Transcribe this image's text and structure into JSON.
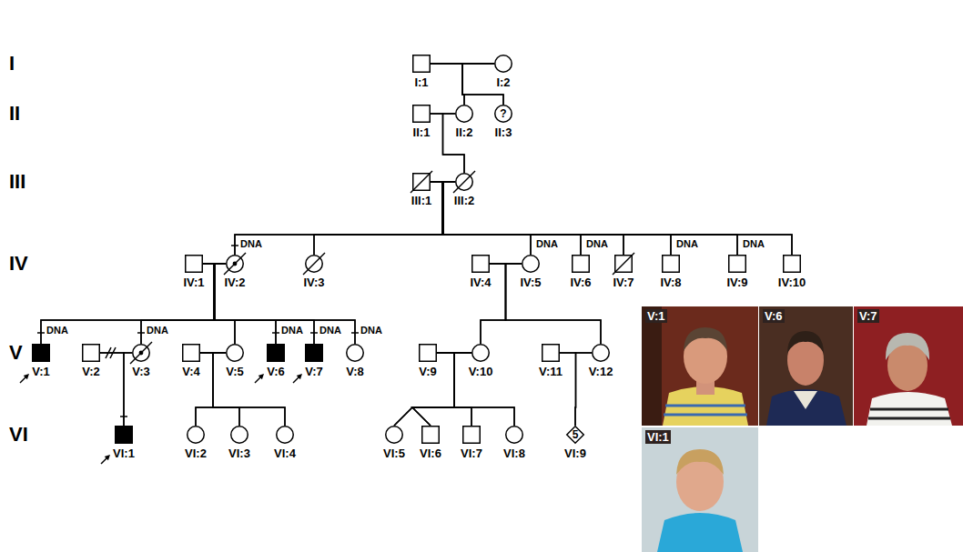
{
  "diagram": {
    "nodes": [
      {
        "text": [
          "I:1"
        ]
      },
      {
        "text": [
          "I:2"
        ]
      },
      {
        "text": [
          "II:1"
        ]
      },
      {
        "text": [
          "II:2"
        ]
      },
      {
        "text": [
          "?",
          "II:3"
        ]
      },
      {
        "text": [
          "III:1"
        ]
      },
      {
        "text": [
          "III:2"
        ]
      },
      {
        "text": [
          "IV:1"
        ]
      },
      {
        "text": [
          "IV:2"
        ]
      },
      {
        "text": [
          "IV:3"
        ]
      },
      {
        "text": [
          "IV:4"
        ]
      },
      {
        "text": [
          "IV:5"
        ]
      },
      {
        "text": [
          "IV:6"
        ]
      },
      {
        "text": [
          "IV:7"
        ]
      },
      {
        "text": [
          "IV:8"
        ]
      },
      {
        "text": [
          "IV:9"
        ]
      },
      {
        "text": [
          "IV:10"
        ]
      },
      {
        "text": [
          "V:1"
        ]
      },
      {
        "text": [
          "V:2"
        ]
      },
      {
        "text": [
          "V:3"
        ]
      },
      {
        "text": [
          "V:4"
        ]
      },
      {
        "text": [
          "V:5"
        ]
      },
      {
        "text": [
          "V:6"
        ]
      },
      {
        "text": [
          "V:7"
        ]
      },
      {
        "text": [
          "V:8"
        ]
      },
      {
        "text": [
          "V:9"
        ]
      },
      {
        "text": [
          "V:10"
        ]
      },
      {
        "text": [
          "V:11"
        ]
      },
      {
        "text": [
          "V:12"
        ]
      },
      {
        "text": [
          "VI:1"
        ]
      },
      {
        "text": [
          "VI:2"
        ]
      },
      {
        "text": [
          "VI:3"
        ]
      },
      {
        "text": [
          "VI:4"
        ]
      },
      {
        "text": [
          "VI:5"
        ]
      },
      {
        "text": [
          "VI:6"
        ]
      },
      {
        "text": [
          "VI:7"
        ]
      },
      {
        "text": [
          "VI:8"
        ]
      },
      {
        "text": [
          "5",
          "VI:9"
        ]
      }
    ],
    "edges": [
      {
        "from": 0,
        "to": 1,
        "arrow": "none"
      },
      {
        "from": 0,
        "to": 3,
        "arrow": "none"
      },
      {
        "from": 1,
        "to": 3,
        "arrow": "none"
      },
      {
        "from": 0,
        "to": 4,
        "arrow": "none"
      },
      {
        "from": 1,
        "to": 4,
        "arrow": "none"
      },
      {
        "from": 2,
        "to": 3,
        "arrow": "none"
      },
      {
        "from": 2,
        "to": 6,
        "arrow": "none"
      },
      {
        "from": 3,
        "to": 6,
        "arrow": "none"
      },
      {
        "from": 5,
        "to": 6,
        "arrow": "none"
      },
      {
        "from": 5,
        "to": 8,
        "arrow": "none"
      },
      {
        "from": 6,
        "to": 8,
        "arrow": "none"
      },
      {
        "from": 5,
        "to": 9,
        "arrow": "none"
      },
      {
        "from": 6,
        "to": 9,
        "arrow": "none"
      },
      {
        "from": 5,
        "to": 11,
        "arrow": "none"
      },
      {
        "from": 6,
        "to": 11,
        "arrow": "none"
      },
      {
        "from": 5,
        "to": 12,
        "arrow": "none"
      },
      {
        "from": 6,
        "to": 12,
        "arrow": "none"
      },
      {
        "from": 5,
        "to": 13,
        "arrow": "none"
      },
      {
        "from": 6,
        "to": 13,
        "arrow": "none"
      },
      {
        "from": 5,
        "to": 14,
        "arrow": "none"
      },
      {
        "from": 6,
        "to": 14,
        "arrow": "none"
      },
      {
        "from": 5,
        "to": 15,
        "arrow": "none"
      },
      {
        "from": 6,
        "to": 15,
        "arrow": "none"
      },
      {
        "from": 5,
        "to": 16,
        "arrow": "none"
      },
      {
        "from": 6,
        "to": 16,
        "arrow": "none"
      },
      {
        "from": 7,
        "to": 8,
        "arrow": "none"
      },
      {
        "from": 7,
        "to": 17,
        "arrow": "none"
      },
      {
        "from": 8,
        "to": 17,
        "arrow": "none"
      },
      {
        "from": 7,
        "to": 19,
        "arrow": "none"
      },
      {
        "from": 8,
        "to": 19,
        "arrow": "none"
      },
      {
        "from": 7,
        "to": 21,
        "arrow": "none"
      },
      {
        "from": 8,
        "to": 21,
        "arrow": "none"
      },
      {
        "from": 7,
        "to": 22,
        "arrow": "none"
      },
      {
        "from": 8,
        "to": 22,
        "arrow": "none"
      },
      {
        "from": 7,
        "to": 23,
        "arrow": "none"
      },
      {
        "from": 8,
        "to": 23,
        "arrow": "none"
      },
      {
        "from": 7,
        "to": 24,
        "arrow": "none"
      },
      {
        "from": 8,
        "to": 24,
        "arrow": "none"
      },
      {
        "from": 10,
        "to": 11,
        "arrow": "none"
      },
      {
        "from": 10,
        "to": 26,
        "arrow": "none"
      },
      {
        "from": 11,
        "to": 26,
        "arrow": "none"
      },
      {
        "from": 10,
        "to": 28,
        "arrow": "none"
      },
      {
        "from": 11,
        "to": 28,
        "arrow": "none"
      },
      {
        "from": 18,
        "to": 19,
        "arrow": "none"
      },
      {
        "from": 18,
        "to": 29,
        "arrow": "none"
      },
      {
        "from": 19,
        "to": 29,
        "arrow": "none"
      },
      {
        "from": 20,
        "to": 21,
        "arrow": "none"
      },
      {
        "from": 20,
        "to": 30,
        "arrow": "none"
      },
      {
        "from": 21,
        "to": 30,
        "arrow": "none"
      },
      {
        "from": 20,
        "to": 31,
        "arrow": "none"
      },
      {
        "from": 21,
        "to": 31,
        "arrow": "none"
      },
      {
        "from": 20,
        "to": 32,
        "arrow": "none"
      },
      {
        "from": 21,
        "to": 32,
        "arrow": "none"
      },
      {
        "from": 25,
        "to": 26,
        "arrow": "none"
      },
      {
        "from": 25,
        "to": 33,
        "arrow": "none"
      },
      {
        "from": 26,
        "to": 33,
        "arrow": "none"
      },
      {
        "from": 25,
        "to": 34,
        "arrow": "none"
      },
      {
        "from": 26,
        "to": 34,
        "arrow": "none"
      },
      {
        "from": 25,
        "to": 35,
        "arrow": "none"
      },
      {
        "from": 26,
        "to": 35,
        "arrow": "none"
      },
      {
        "from": 25,
        "to": 36,
        "arrow": "none"
      },
      {
        "from": 26,
        "to": 36,
        "arrow": "none"
      },
      {
        "from": 27,
        "to": 28,
        "arrow": "none"
      },
      {
        "from": 27,
        "to": 37,
        "arrow": "none"
      },
      {
        "from": 28,
        "to": 37,
        "arrow": "none"
      }
    ],
    "labels": [
      "I",
      "II",
      "III",
      "IV",
      "V",
      "VI",
      "DNA",
      "DNA",
      "DNA",
      "DNA",
      "DNA",
      "DNA",
      "DNA",
      "DNA",
      "DNA",
      "DNA",
      "V:1",
      "V:6",
      "V:7",
      "VI:1"
    ]
  }
}
